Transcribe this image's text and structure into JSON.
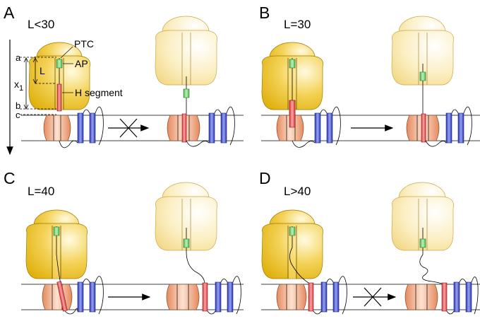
{
  "panels": [
    {
      "letter": "A",
      "condition": "L<30"
    },
    {
      "letter": "B",
      "condition": "L=30"
    },
    {
      "letter": "C",
      "condition": "L=40"
    },
    {
      "letter": "D",
      "condition": "L>40"
    }
  ],
  "annotations": {
    "ptc": "PTC",
    "ap": "AP",
    "h_segment": "H segment",
    "a": "a",
    "b": "b",
    "c": "c",
    "L": "L",
    "x1_x": "x",
    "x1_sub": "1"
  },
  "colors": {
    "ribosome_dark": "#e9bb17",
    "ribosome_light": "#f5dd8a",
    "translocon": "#f0a77e",
    "tm_blue": "#3b47c8",
    "h_segment_red": "#e0575a",
    "arrest_peptide_green": "#7ecf7e"
  }
}
